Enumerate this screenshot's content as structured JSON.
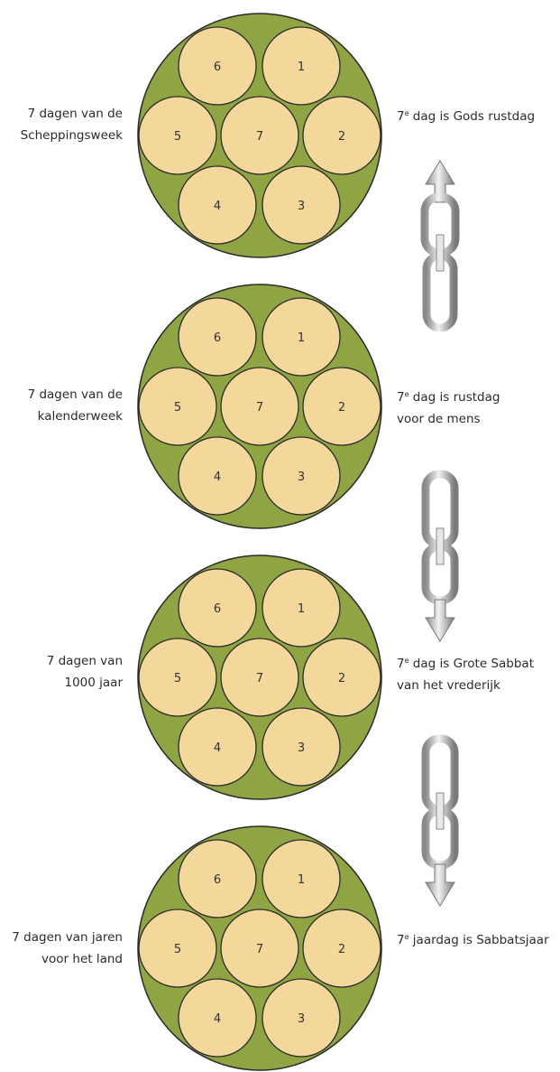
{
  "colors": {
    "outer_fill": "#8fa544",
    "outer_stroke": "#2a2a2a",
    "day_fill": "#f4d79a",
    "day_stroke": "#2a2a2a",
    "chain": "#c9c9c9"
  },
  "day_numbers": [
    "6",
    "1",
    "5",
    "7",
    "2",
    "4",
    "3"
  ],
  "groups": [
    {
      "left_lines": [
        "7 dagen van de",
        "Scheppingsweek"
      ],
      "right_prefix": "7",
      "right_sup": "e",
      "right_line1": " dag is Gods rustdag",
      "right_line2": ""
    },
    {
      "left_lines": [
        "7 dagen van de",
        "kalenderweek"
      ],
      "right_prefix": "7",
      "right_sup": "e",
      "right_line1": " dag is rustdag",
      "right_line2": "voor de mens"
    },
    {
      "left_lines": [
        "7 dagen van",
        "1000 jaar"
      ],
      "right_prefix": "7",
      "right_sup": "e",
      "right_line1": " dag is Grote Sabbat",
      "right_line2": "van het vrederijk"
    },
    {
      "left_lines": [
        "7 dagen van jaren",
        "voor het land"
      ],
      "right_prefix": "7",
      "right_sup": "e",
      "right_line1": " jaardag is Sabbatsjaar",
      "right_line2": ""
    }
  ],
  "chains": [
    {
      "arrow": "up-arrow-chain-icon"
    },
    {
      "arrow": "down-arrow-chain-icon"
    },
    {
      "arrow": "down-arrow-chain-icon"
    }
  ]
}
